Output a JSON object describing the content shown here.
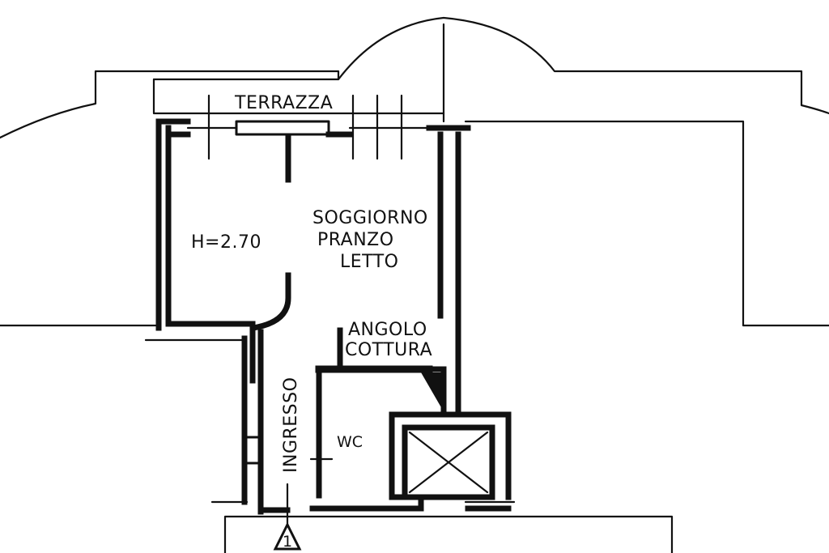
{
  "labels": {
    "terrace": "TERRAZZA",
    "living_line1": "SOGGIORNO",
    "living_line2": "PRANZO",
    "living_line3": "LETTO",
    "height": "H=2.70",
    "kitchen_line1": "ANGOLO",
    "kitchen_line2": "COTTURA",
    "entrance": "INGRESSO",
    "wc": "WC",
    "marker": "1"
  }
}
